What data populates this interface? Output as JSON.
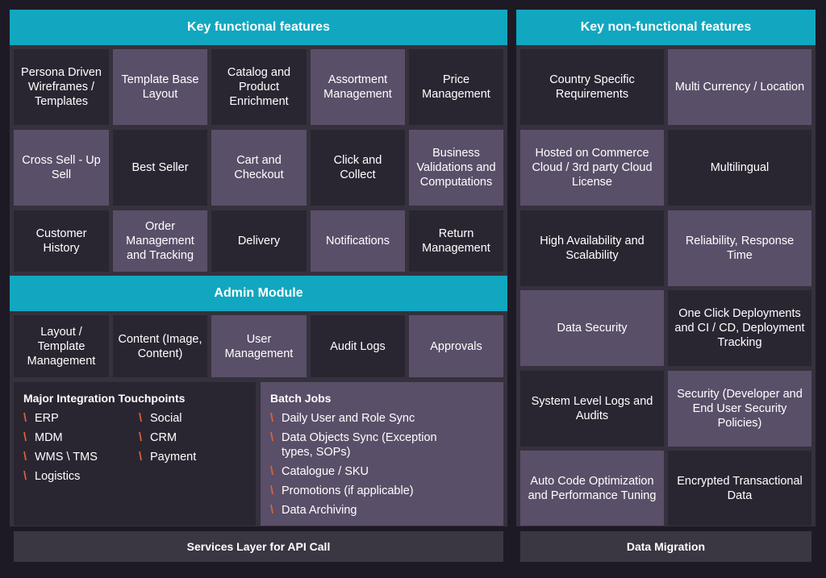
{
  "colors": {
    "header": "#11a7c0",
    "cell_dark": "#2a2631",
    "cell_light": "#5a4f68",
    "bullet": "#e0623a",
    "background": "#1e1a25"
  },
  "functional": {
    "title": "Key functional features",
    "cells": [
      "Persona Driven Wireframes / Templates",
      "Template Base Layout",
      "Catalog and Product Enrichment",
      "Assortment Management",
      "Price Management",
      "Cross Sell - Up Sell",
      "Best Seller",
      "Cart and Checkout",
      "Click and Collect",
      "Business Validations and Computations",
      "Customer History",
      "Order Management and Tracking",
      "Delivery",
      "Notifications",
      "Return Management"
    ]
  },
  "admin": {
    "title": "Admin Module",
    "cells": [
      "Layout / Template Management",
      "Content (Image, Content)",
      "User Management",
      "Audit Logs",
      "Approvals"
    ]
  },
  "integration": {
    "title": "Major Integration Touchpoints",
    "col1": [
      "ERP",
      "MDM",
      "WMS \\ TMS",
      "Logistics"
    ],
    "col2": [
      "Social",
      "CRM",
      "Payment"
    ]
  },
  "batch": {
    "title": "Batch Jobs",
    "items": [
      "Daily User and Role Sync",
      "Data Objects Sync (Exception types, SOPs)",
      "Catalogue / SKU",
      "Promotions (if applicable)",
      "Data Archiving"
    ]
  },
  "bullet_symbol": "\\",
  "nonfunctional": {
    "title": "Key non-functional features",
    "cells": [
      "Country Specific Requirements",
      "Multi Currency / Location",
      "Hosted on Commerce Cloud / 3rd party Cloud License",
      "Multilingual",
      "High Availability and Scalability",
      "Reliability, Response Time",
      "Data Security",
      "One Click Deployments and CI / CD, Deployment Tracking",
      "System Level Logs and Audits",
      "Security (Developer and End User Security Policies)",
      "Auto Code Optimization and Performance Tuning",
      "Encrypted Transactional Data"
    ]
  },
  "footer": {
    "services": "Services Layer for API Call",
    "migration": "Data Migration"
  }
}
